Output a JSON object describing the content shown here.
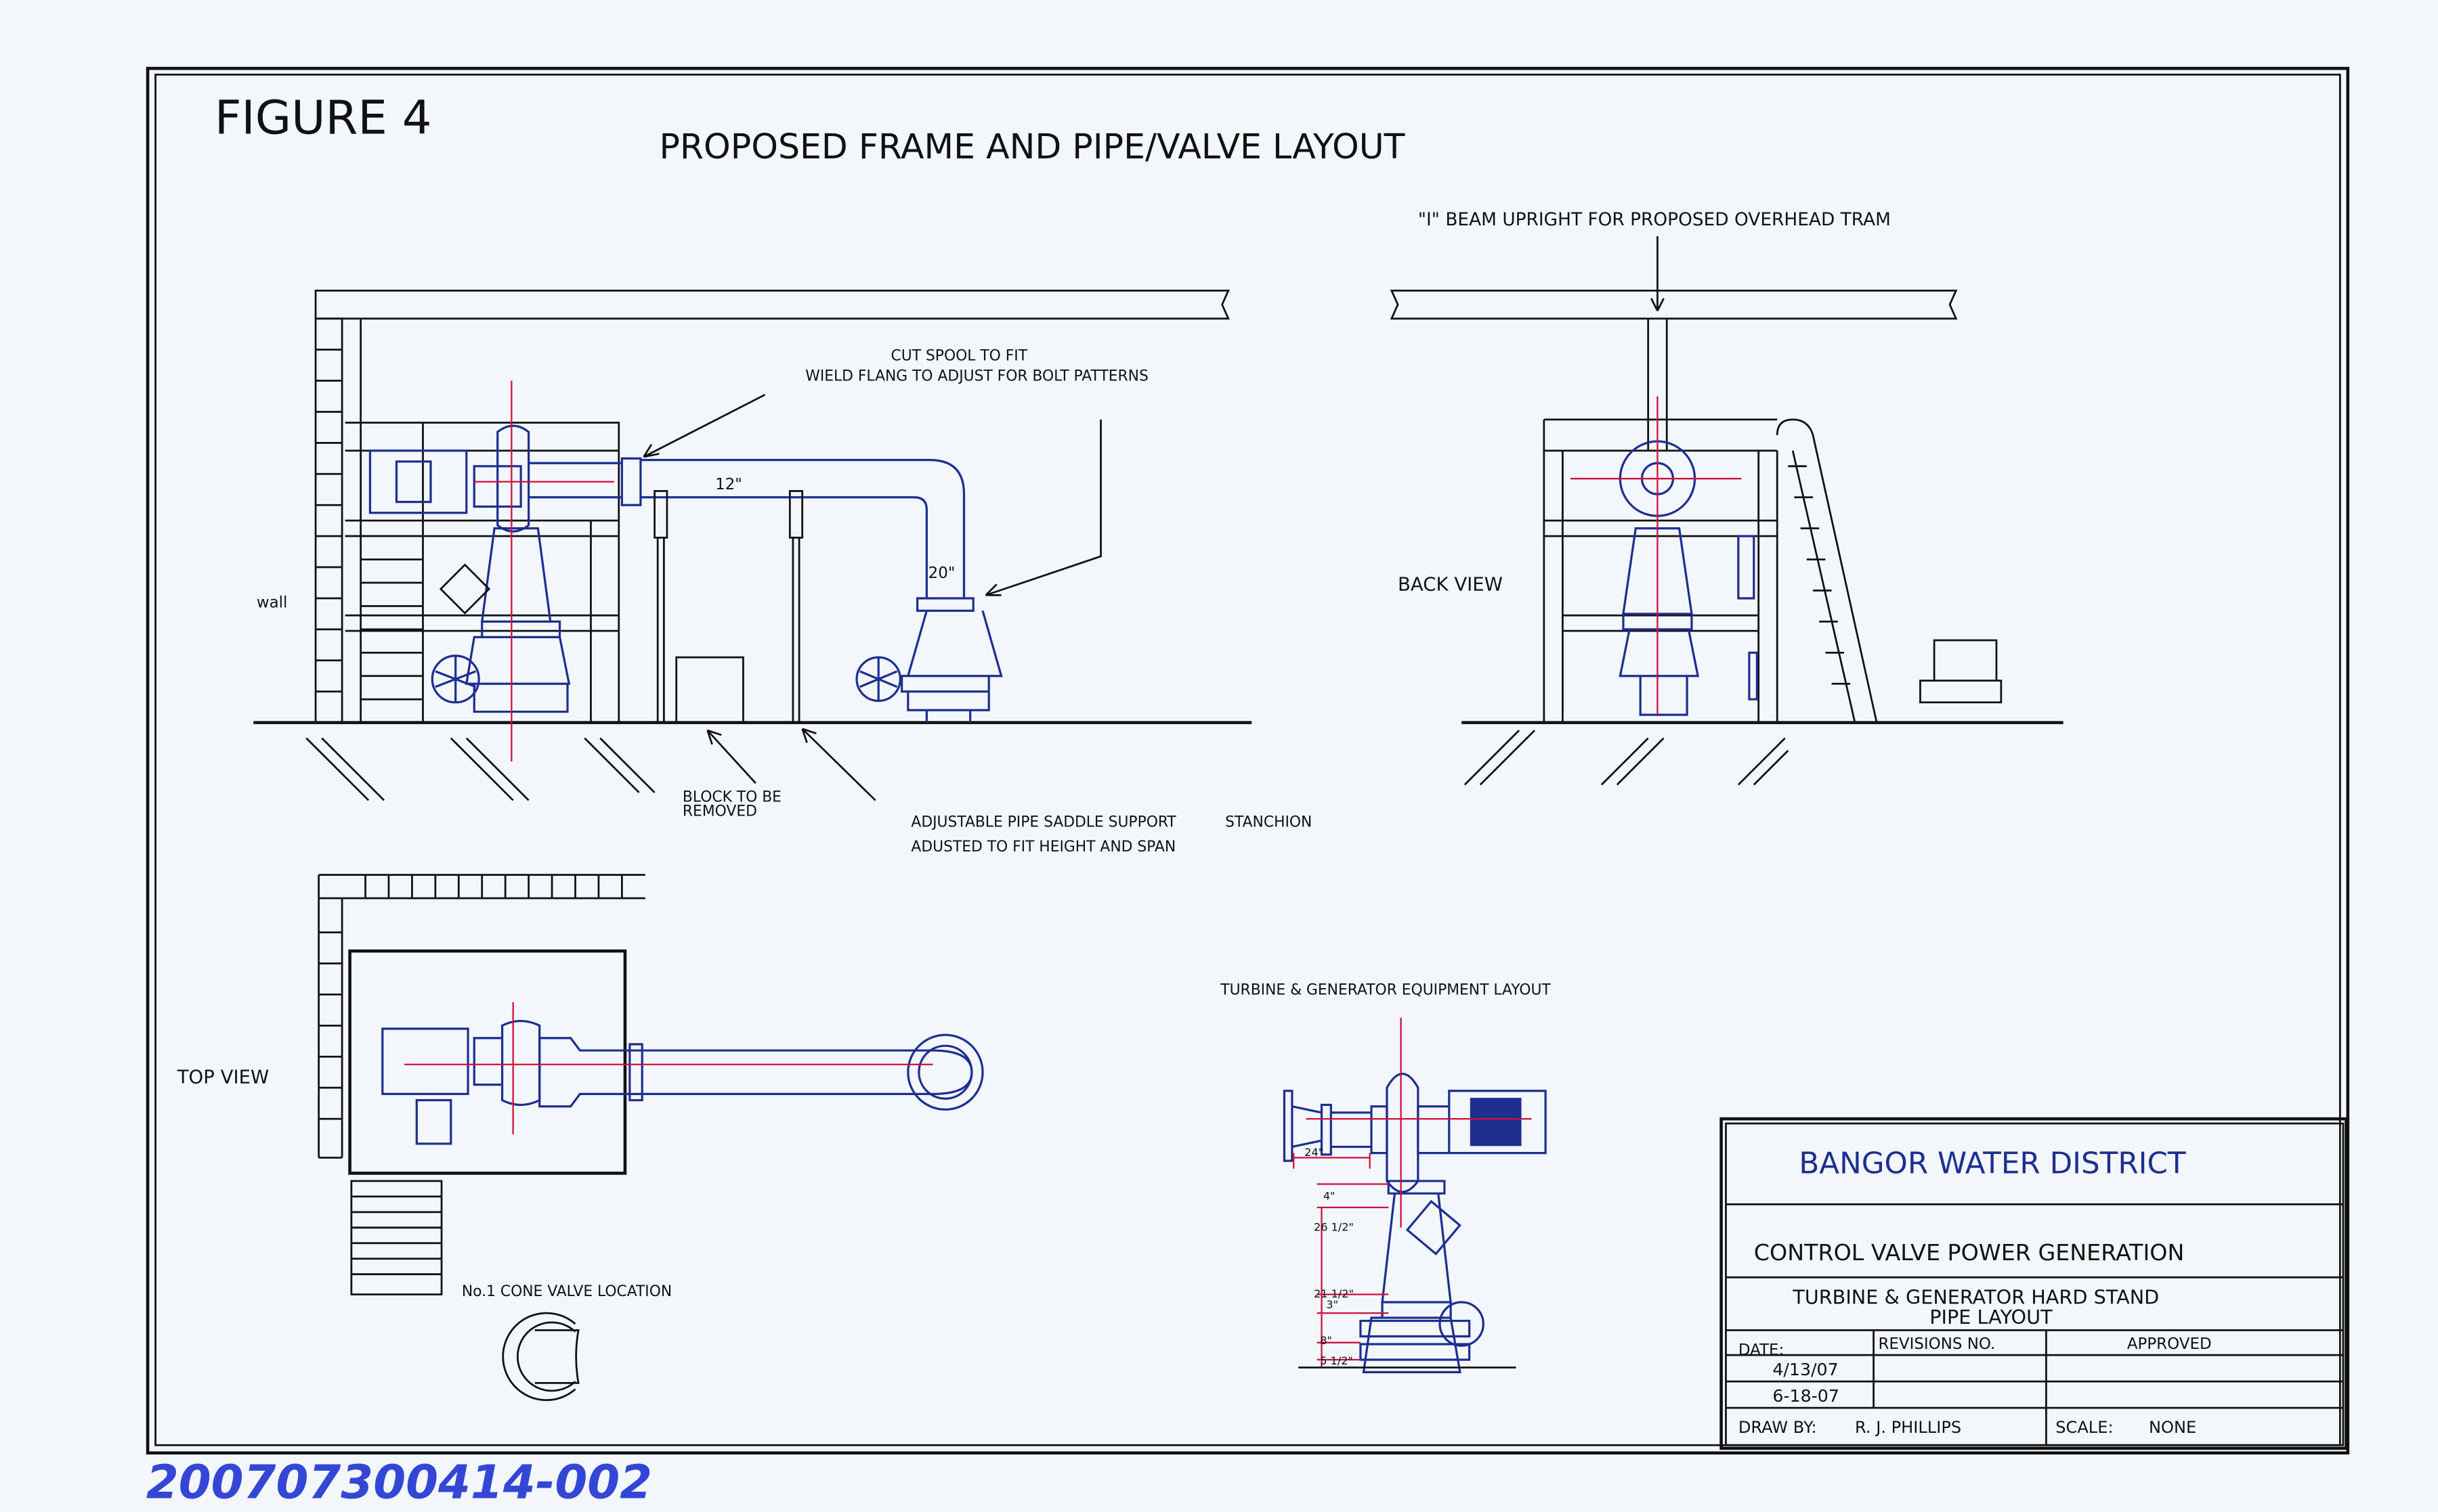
{
  "figure_label": "FIGURE 4",
  "title": "PROPOSED FRAME AND PIPE/VALVE LAYOUT",
  "colors": {
    "paper": "#f3f6fb",
    "line": "#111111",
    "pipe": "#1d2f8f",
    "centerline": "#d0103a",
    "handwriting": "#3346d6"
  },
  "front_view": {
    "wall_label": "wall",
    "note_spool_line1": "CUT SPOOL TO FIT",
    "note_spool_line2": "WIELD FLANG TO ADJUST FOR BOLT PATTERNS",
    "pipe_12": "12\"",
    "pipe_20": "20\"",
    "block_line1": "BLOCK TO BE",
    "block_line2": "REMOVED",
    "saddle_line1": "ADJUSTABLE PIPE SADDLE SUPPORT",
    "saddle_line2": "ADUSTED TO FIT HEIGHT AND SPAN",
    "stanchion": "STANCHION"
  },
  "back_view": {
    "beam_label": "\"I\" BEAM UPRIGHT FOR PROPOSED OVERHEAD TRAM",
    "label": "BACK VIEW"
  },
  "top_view": {
    "label": "TOP VIEW",
    "cone_valve": "No.1 CONE VALVE LOCATION"
  },
  "equipment_layout": {
    "title": "TURBINE & GENERATOR EQUIPMENT LAYOUT",
    "dims": [
      "24\"",
      "4\"",
      "26 1/2\"",
      "3\"",
      "21 1/2\"",
      "8\"",
      "5 1/2\""
    ]
  },
  "title_block": {
    "company": "BANGOR WATER DISTRICT",
    "project": "CONTROL VALVE POWER GENERATION",
    "drawing_line1": "TURBINE & GENERATOR HARD STAND",
    "drawing_line2": "PIPE LAYOUT",
    "date_header": "DATE:",
    "revisions_header": "REVISIONS   NO.",
    "approved_header": "APPROVED",
    "dates": [
      "4/13/07",
      "6-18-07"
    ],
    "drawn_by_label": "DRAW BY:",
    "drawn_by": "R. J. PHILLIPS",
    "scale_label": "SCALE:",
    "scale": "NONE"
  },
  "document_number": "200707300414-002"
}
